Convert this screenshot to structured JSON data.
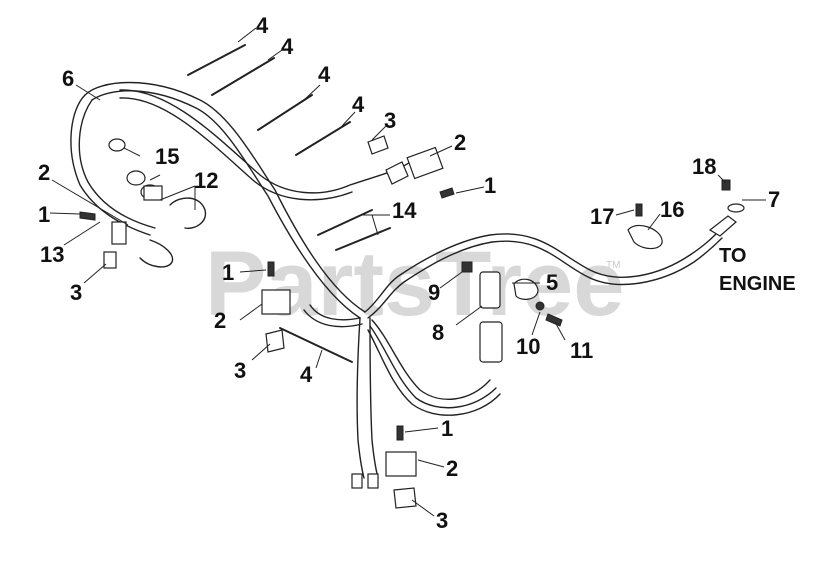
{
  "watermark": {
    "text": "PartsTree",
    "trademark": "TM"
  },
  "callouts": {
    "c4a": "4",
    "c4b": "4",
    "c4c": "4",
    "c4d": "4",
    "c4e": "4",
    "c6": "6",
    "c3a": "3",
    "c2a": "2",
    "c1a": "1",
    "c15": "15",
    "c12": "12",
    "c2b": "2",
    "c1b": "1",
    "c13": "13",
    "c3b": "3",
    "c14": "14",
    "c18": "18",
    "c7": "7",
    "c17": "17",
    "c16": "16",
    "c1c": "1",
    "c2c": "2",
    "c3c": "3",
    "c9": "9",
    "c5": "5",
    "c8": "8",
    "c10": "10",
    "c11": "11",
    "c1d": "1",
    "c2d": "2",
    "c3d": "3"
  },
  "destination_label": {
    "line1": "TO",
    "line2": "ENGINE"
  },
  "icons": [
    "key-icon",
    "ignition-switch-icon",
    "solenoid-icon",
    "wire-harness-icon"
  ]
}
